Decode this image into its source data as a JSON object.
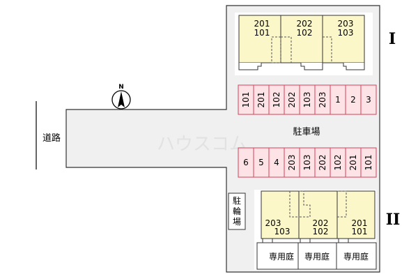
{
  "road_label": "道路",
  "compass_label": "N",
  "parking_label": "駐車場",
  "bicycle_parking_label": "駐輪場",
  "watermark": "ハウスコム",
  "building_1": {
    "label": "I",
    "units": [
      {
        "upper": "201",
        "lower": "101"
      },
      {
        "upper": "202",
        "lower": "102"
      },
      {
        "upper": "203",
        "lower": "103"
      }
    ]
  },
  "building_2": {
    "label": "II",
    "units": [
      {
        "upper": "203",
        "lower": "103"
      },
      {
        "upper": "202",
        "lower": "102"
      },
      {
        "upper": "201",
        "lower": "101"
      }
    ],
    "private_gardens": [
      "専用庭",
      "専用庭",
      "専用庭"
    ]
  },
  "parking_top_row": [
    "101",
    "201",
    "102",
    "202",
    "103",
    "203",
    "1",
    "2",
    "3"
  ],
  "parking_bottom_row": [
    "6",
    "5",
    "4",
    "203",
    "103",
    "202",
    "102",
    "201",
    "101"
  ],
  "colors": {
    "road": "#f0f0f0",
    "building_fill": "#fbf7c8",
    "parking_fill": "#fde2e6",
    "parking_border": "#d8405a",
    "line": "#333333"
  }
}
